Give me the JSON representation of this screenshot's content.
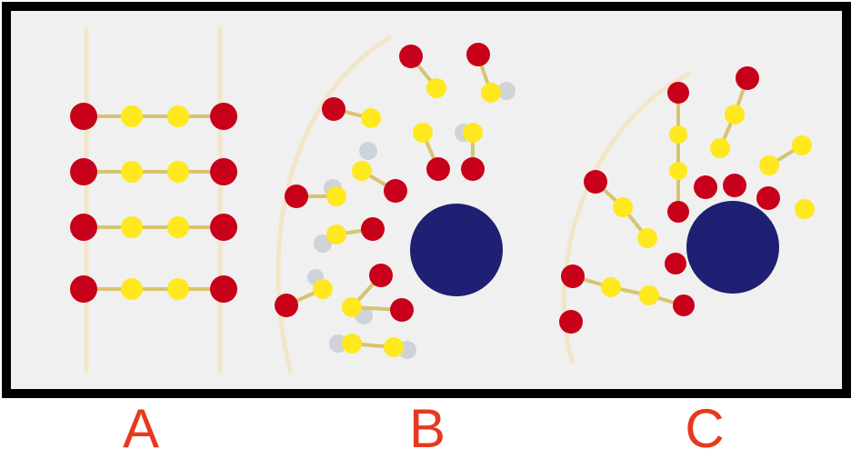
{
  "panels": [
    {
      "label": "A"
    },
    {
      "label": "B"
    },
    {
      "label": "C"
    }
  ],
  "colors": {
    "frame": "#000000",
    "background": "#f0f0f0",
    "bead_red": "#c8001a",
    "bead_yellow": "#ffe81e",
    "bond": "#d7c46e",
    "ion": "#1f1f73",
    "ghost": "#c9cfd6",
    "guide": "#f3e6c8",
    "label": "#e53a1f"
  }
}
